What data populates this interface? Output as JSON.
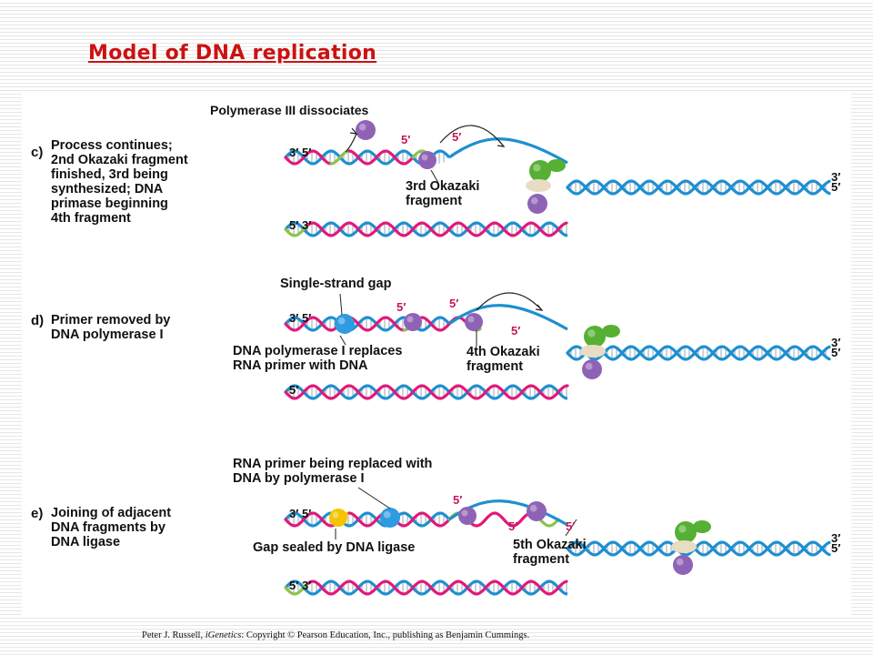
{
  "title": "Model of DNA replication",
  "credit": {
    "author": "Peter J. Russell, ",
    "book": "iGenetics",
    "rest": ": Copyright © Pearson Education, Inc., publishing as Benjamin Cummings."
  },
  "colors": {
    "title": "#cc1111",
    "template_strand": "#1e8fd0",
    "new_strand": "#e0197a",
    "rna_primer": "#8bc34a",
    "polymerase_iii": "#8e63b5",
    "dna_polymerase_i": "#2f9be0",
    "ligase": "#f5c400",
    "helicase": "#55b033",
    "primase": "#e8dcc2"
  },
  "panels": {
    "c": {
      "letter": "c)",
      "description": "Process continues;\n2nd Okazaki fragment\nfinished, 3rd being\nsynthesized; DNA\nprimase beginning\n4th fragment",
      "callout_top": "Polymerase III dissociates",
      "callout_fragment": "3rd Okazaki\nfragment",
      "ends": {
        "top_left": "3′\n5′",
        "right": "3′\n5′",
        "bottom_left": "5′\n3′"
      },
      "five_prime_marks": [
        "5′",
        "5′"
      ]
    },
    "d": {
      "letter": "d)",
      "description": "Primer removed by\nDNA polymerase I",
      "callout_gap": "Single-strand gap",
      "callout_pol1": "DNA polymerase I replaces\nRNA primer with DNA",
      "callout_fragment": "4th Okazaki\nfragment",
      "ends": {
        "top_left": "3′\n5′",
        "right": "3′\n5′",
        "bottom_left": "5′"
      },
      "five_prime_marks": [
        "5′",
        "5′",
        "5′"
      ]
    },
    "e": {
      "letter": "e)",
      "description": "Joining of adjacent\nDNA fragments by\nDNA ligase",
      "callout_primer": "RNA primer being replaced with\nDNA by polymerase I",
      "callout_ligase": "Gap sealed by DNA ligase",
      "callout_fragment": "5th Okazaki\nfragment",
      "ends": {
        "top_left": "3′\n5′",
        "right": "3′\n5′",
        "bottom_left": "5′\n3′"
      },
      "five_prime_marks": [
        "5′",
        "5′",
        "5′"
      ]
    }
  }
}
